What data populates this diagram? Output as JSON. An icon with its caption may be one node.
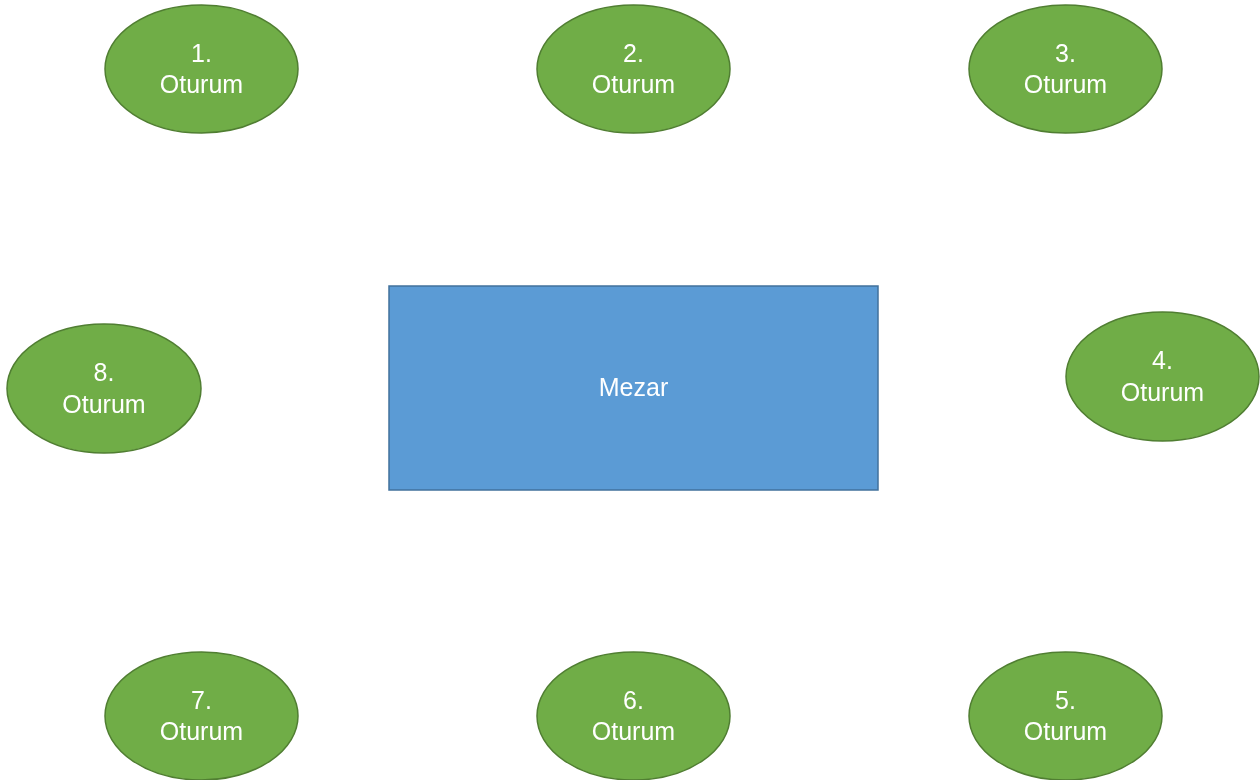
{
  "diagram": {
    "nodes": [
      {
        "text": [
          "1. Oturum"
        ]
      },
      {
        "text": [
          "2. Oturum"
        ]
      },
      {
        "text": [
          "3. Oturum"
        ]
      },
      {
        "text": [
          "8. Oturum"
        ]
      },
      {
        "text": [
          "Mezar"
        ]
      },
      {
        "text": [
          "4. Oturum"
        ]
      },
      {
        "text": [
          "7. Oturum"
        ]
      },
      {
        "text": [
          "6. Oturum"
        ]
      },
      {
        "text": [
          "5. Oturum"
        ]
      }
    ]
  }
}
